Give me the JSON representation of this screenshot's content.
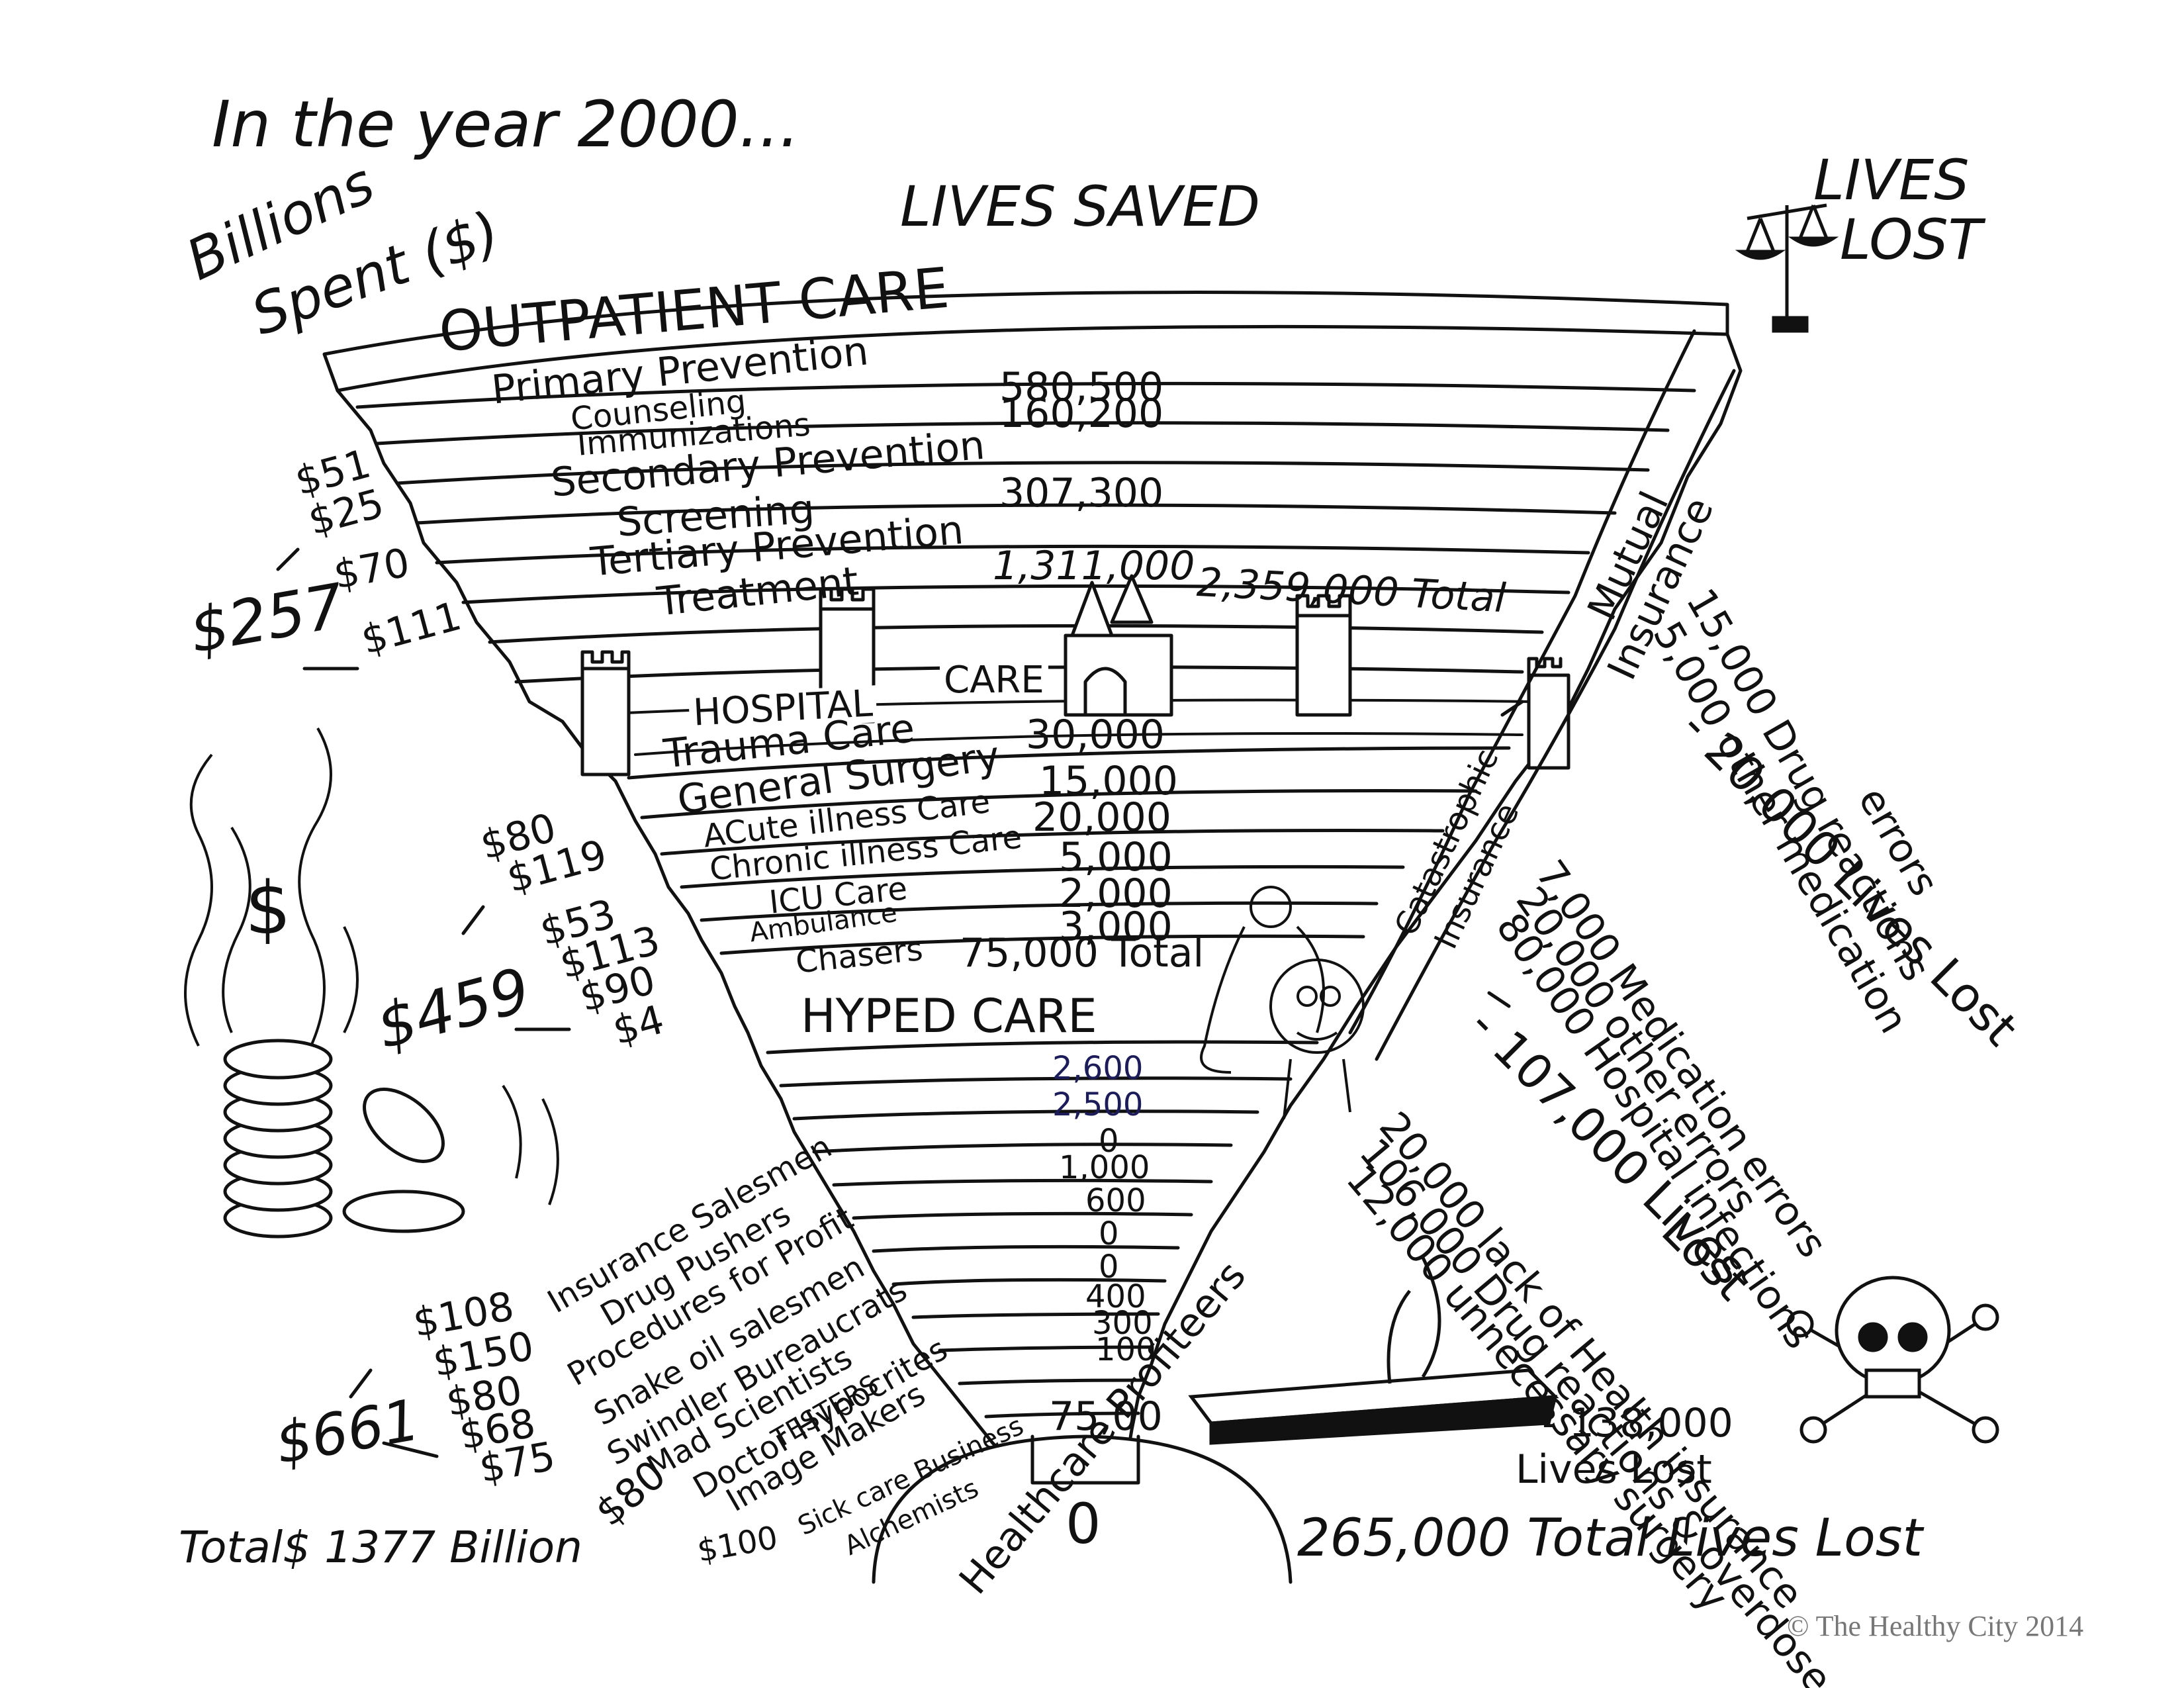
{
  "header": {
    "year_note": "In the year 2000...",
    "lives_saved": "LIVES SAVED",
    "lives_lost": [
      "LIVES",
      "LOST"
    ],
    "billions_spent": [
      "Billions",
      "Spent ($)"
    ]
  },
  "outpatient": {
    "title": "OUTPATIENT CARE",
    "rows": [
      {
        "label": "Primary Prevention",
        "value": "580,500"
      },
      {
        "label": "Counseling",
        "value": ""
      },
      {
        "label": "Immunizations",
        "value": "160,200"
      },
      {
        "label": "Secondary Prevention",
        "value": ""
      },
      {
        "label": "Screening",
        "value": "307,300"
      },
      {
        "label": "Tertiary Prevention",
        "value": ""
      },
      {
        "label": "Treatment",
        "value": "1,311,000"
      }
    ],
    "total": "2,359,000 Total",
    "spending": {
      "total": "$257",
      "items": [
        "$51",
        "$25",
        "$70",
        "$111"
      ]
    }
  },
  "hospital": {
    "title_words": [
      "HOSPITAL",
      "CARE"
    ],
    "rows": [
      {
        "label": "Trauma Care",
        "value": "30,000"
      },
      {
        "label": "General Surgery",
        "value": "15,000"
      },
      {
        "label": "ACute illness Care",
        "value": "20,000"
      },
      {
        "label": "Chronic illness Care",
        "value": "5,000"
      },
      {
        "label": "ICU Care",
        "value": "2,000"
      },
      {
        "label": "Ambulance",
        "value": "3,000"
      },
      {
        "label": "Chasers",
        "value": "75,000 Total"
      }
    ],
    "spending": {
      "total": "$459",
      "items": [
        "$80",
        "$119",
        "$53",
        "$113",
        "$90",
        "$4"
      ]
    }
  },
  "hyped": {
    "title": "HYPED CARE",
    "values": [
      "2,600",
      "2,500",
      "0",
      "1,000",
      "600",
      "0",
      "0",
      "400",
      "300",
      "100",
      "75,00"
    ],
    "labels": [
      "Insurance Salesmen",
      "Drug Pushers",
      "Procedures for Profit",
      "Snake oil salesmen",
      "Swindler Bureaucrats",
      "Mad Scientists",
      "Doctor Hypocrites",
      "Image Makers",
      "TESTERS",
      "Sick care Business",
      "Alchemists"
    ],
    "spending": {
      "total": "$661",
      "items": [
        "$108",
        "$150",
        "$80",
        "$68",
        "$75"
      ],
      "extra": [
        "$80",
        "$100"
      ]
    }
  },
  "profiteers": {
    "label": "Healthcare Profiteers",
    "value": "0"
  },
  "insurance": {
    "mutual": [
      "Mutual",
      "Insurance"
    ],
    "catastrophic": [
      "Catastrophic",
      "Insurance"
    ]
  },
  "losses": {
    "group1": {
      "lines": [
        "15,000 Drug reactions",
        "5,000 other medication",
        "errors"
      ],
      "total": "- 20,000 Lives Lost"
    },
    "group2": {
      "lines": [
        "7,000 Medication errors",
        "20,000 other errors",
        "80,000 Hospital infections"
      ],
      "total": [
        "- 107,000 Lives",
        "Lost"
      ]
    },
    "group3": {
      "lines": [
        "20,000 lack of Health insurance",
        "106,000 Drug reactions & overdose",
        "12,000 unnecessary surgery"
      ],
      "total": [
        "- 138,000",
        "Lives Lost"
      ]
    }
  },
  "footer": {
    "total_spent": "Total$ 1377 Billion",
    "total_lost": "265,000 Total Lives Lost",
    "credit": "© The Healthy City 2014"
  },
  "icons": [
    "scales-of-justice-icon",
    "dollar-smoke-icon",
    "coin-stack-icon",
    "skull-crossbones-icon",
    "burning-book-icon",
    "castle-icon",
    "demon-figure-icon"
  ]
}
